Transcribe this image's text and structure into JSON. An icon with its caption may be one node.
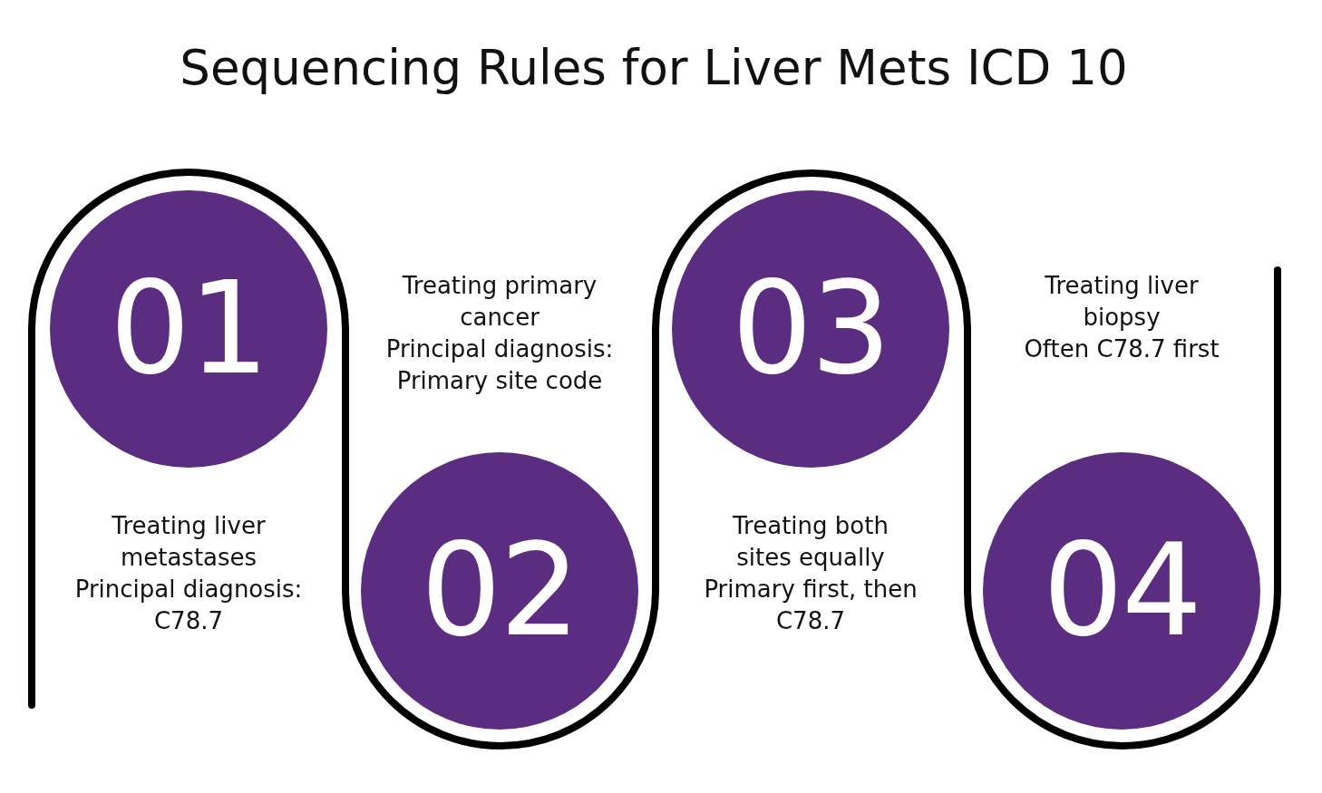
{
  "diagram": {
    "title": "Sequencing Rules for Liver Mets ICD 10",
    "nodes": [
      {
        "text": [
          "01"
        ],
        "beside": [
          "Treating liver metastases",
          "Principal diagnosis: C78.7"
        ]
      },
      {
        "text": [
          "02"
        ],
        "beside": [
          "Treating primary cancer",
          "Principal diagnosis: Primary site code"
        ]
      },
      {
        "text": [
          "03"
        ],
        "beside": [
          "Treating both sites equally",
          "Primary first, then C78.7"
        ]
      },
      {
        "text": [
          "04"
        ],
        "beside": [
          "Treating liver biopsy",
          "Often C78.7 first"
        ]
      }
    ]
  }
}
